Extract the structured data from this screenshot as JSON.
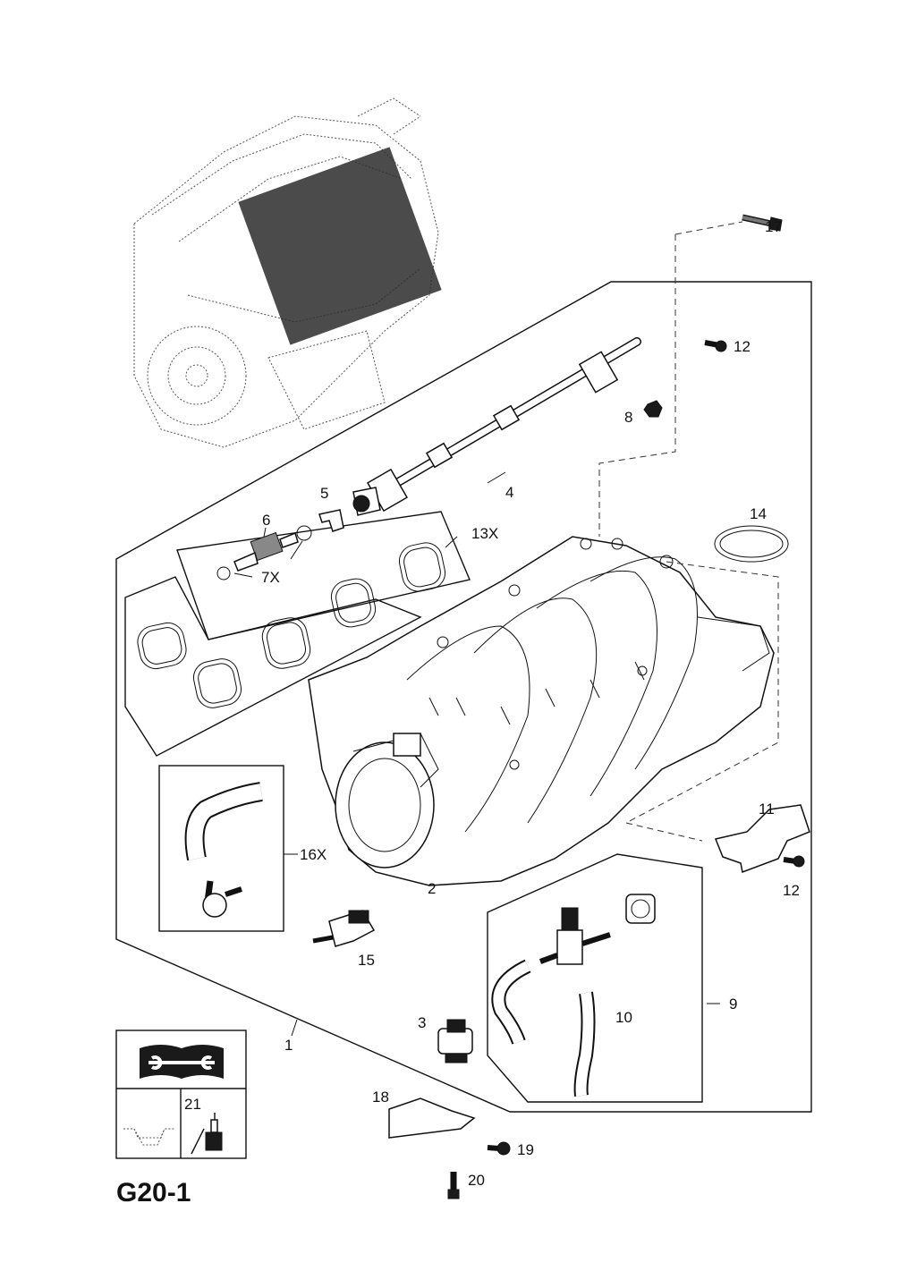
{
  "diagram_code": "G20-1",
  "callouts": [
    {
      "id": "c1",
      "text": "1"
    },
    {
      "id": "c2",
      "text": "2"
    },
    {
      "id": "c3",
      "text": "3"
    },
    {
      "id": "c4",
      "text": "4"
    },
    {
      "id": "c5",
      "text": "5"
    },
    {
      "id": "c6",
      "text": "6"
    },
    {
      "id": "c7",
      "text": "7X"
    },
    {
      "id": "c8",
      "text": "8"
    },
    {
      "id": "c9",
      "text": "9"
    },
    {
      "id": "c10",
      "text": "10"
    },
    {
      "id": "c11",
      "text": "11"
    },
    {
      "id": "c12a",
      "text": "12"
    },
    {
      "id": "c12b",
      "text": "12"
    },
    {
      "id": "c13",
      "text": "13X"
    },
    {
      "id": "c14",
      "text": "14"
    },
    {
      "id": "c15",
      "text": "15"
    },
    {
      "id": "c16",
      "text": "16X"
    },
    {
      "id": "c17",
      "text": "17"
    },
    {
      "id": "c18",
      "text": "18"
    },
    {
      "id": "c19",
      "text": "19"
    },
    {
      "id": "c20",
      "text": "20"
    },
    {
      "id": "c21",
      "text": "21"
    }
  ],
  "icons": {
    "manual": "repair-manual-icon",
    "sealant": "sealant-bottle-icon",
    "component": "component-outline-icon"
  }
}
